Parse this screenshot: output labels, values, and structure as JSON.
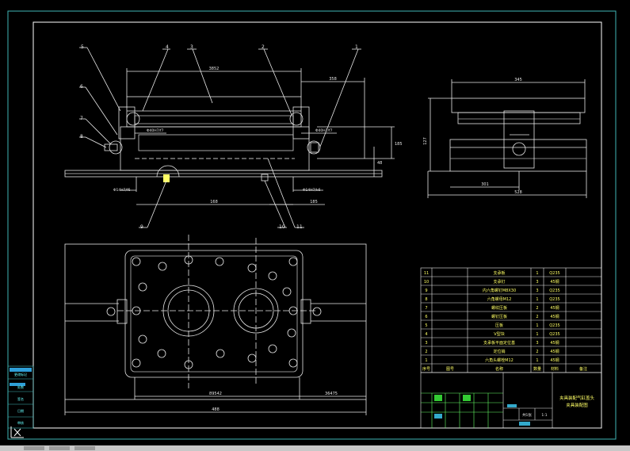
{
  "drawing": {
    "dims": {
      "top_overall": "3852",
      "top_right": "358",
      "right_height": "185",
      "mid_height": "48",
      "bottom_a": "168",
      "bottom_b": "185",
      "fit_left": "Φ40H7/f7",
      "fit_center_left": "Φ40H7/f7",
      "fit_bottom_left": "Φ14H7/f6",
      "fit_bottom_right": "Φ14H7/k6",
      "plan_left": "89542",
      "plan_right": "36475",
      "plan_total": "488",
      "side_top": "345",
      "side_left_height": "127",
      "side_bottom_a": "301",
      "side_bottom_b": "528"
    },
    "balloons": [
      "5",
      "4",
      "3",
      "2",
      "1",
      "6",
      "7",
      "8",
      "9",
      "10",
      "11"
    ]
  },
  "bom": {
    "rows": [
      {
        "no": "11",
        "name": "支承板",
        "qty": "1",
        "mat": "Q235"
      },
      {
        "no": "10",
        "name": "支承钉",
        "qty": "3",
        "mat": "45钢"
      },
      {
        "no": "9",
        "name": "内六角螺钉M8X30",
        "qty": "3",
        "mat": "Q235"
      },
      {
        "no": "8",
        "name": "六角螺母M12",
        "qty": "1",
        "mat": "Q235"
      },
      {
        "no": "7",
        "name": "螺纹压板",
        "qty": "2",
        "mat": "45钢"
      },
      {
        "no": "6",
        "name": "螺钉压板",
        "qty": "2",
        "mat": "45钢"
      },
      {
        "no": "5",
        "name": "压板",
        "qty": "1",
        "mat": "Q235"
      },
      {
        "no": "4",
        "name": "V型块",
        "qty": "1",
        "mat": "Q235"
      },
      {
        "no": "3",
        "name": "支承板平面定位基",
        "qty": "3",
        "mat": "45钢"
      },
      {
        "no": "2",
        "name": "定位销",
        "qty": "2",
        "mat": "45钢"
      },
      {
        "no": "1",
        "name": "六角头螺栓M12",
        "qty": "1",
        "mat": "45钢"
      }
    ],
    "header": {
      "no": "序号",
      "code": "图号",
      "name": "名称",
      "qty": "数量",
      "mat": "材料",
      "note": "备注"
    }
  },
  "title_block": {
    "title_line1": "夹具装配气缸盖头",
    "title_line2": "夹具装配图",
    "scale": "1:1",
    "sheet": "共1张"
  },
  "left_panel": {
    "rows": [
      "更改标记",
      "处数",
      "签名",
      "日期",
      "审核"
    ]
  }
}
